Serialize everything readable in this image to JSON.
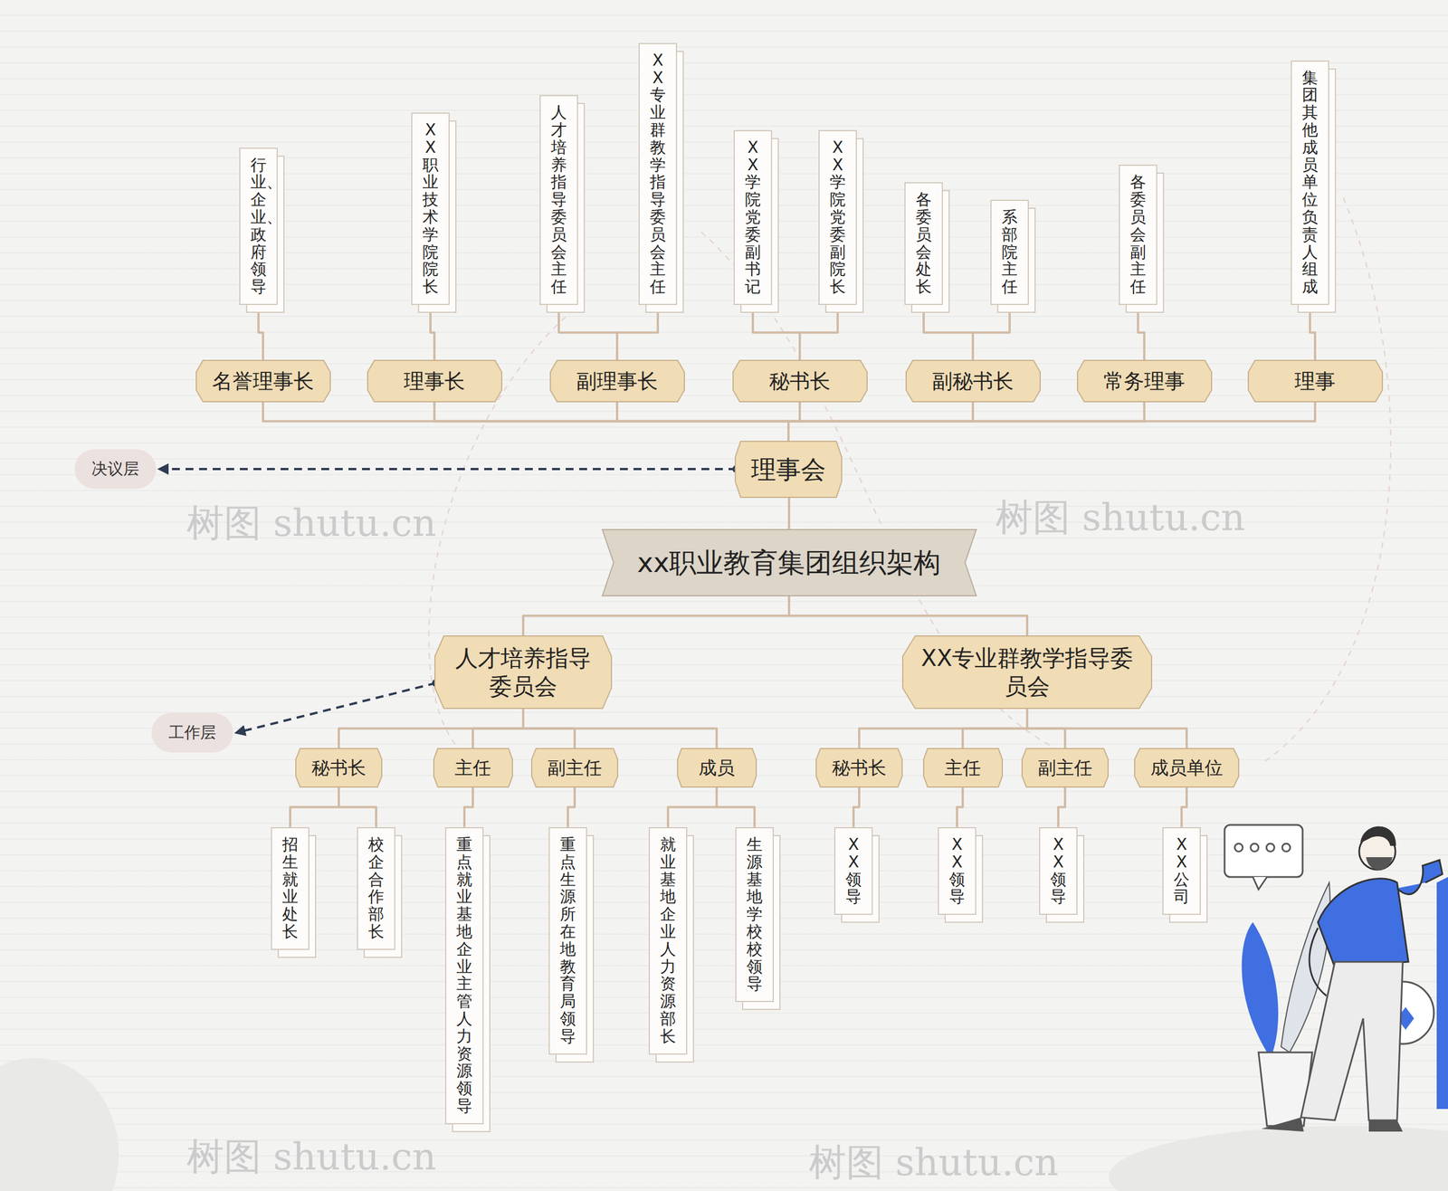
{
  "diagram": {
    "nodes": [
      {
        "text": [
          "行业、企业、政府领导"
        ]
      },
      {
        "text": [
          "XX职业技术学院院长"
        ]
      },
      {
        "text": [
          "人才培养指导委员会主任"
        ]
      },
      {
        "text": [
          "XX专业群教学指导委员会主任"
        ]
      },
      {
        "text": [
          "XX学院党委副书记"
        ]
      },
      {
        "text": [
          "XX学院党委副院长"
        ]
      },
      {
        "text": [
          "各委员会处长"
        ]
      },
      {
        "text": [
          "系部院主任"
        ]
      },
      {
        "text": [
          "各委员会副主任"
        ]
      },
      {
        "text": [
          "集团其他成员单位负责人组成"
        ]
      },
      {
        "text": [
          "名誉理事长"
        ]
      },
      {
        "text": [
          "理事长"
        ]
      },
      {
        "text": [
          "副理事长"
        ]
      },
      {
        "text": [
          "秘书长"
        ]
      },
      {
        "text": [
          "副秘书长"
        ]
      },
      {
        "text": [
          "常务理事"
        ]
      },
      {
        "text": [
          "理事"
        ]
      },
      {
        "text": [
          "决议层"
        ]
      },
      {
        "text": [
          "理事会"
        ]
      },
      {
        "text": [
          "xx职业教育集团组织架构"
        ]
      },
      {
        "text": [
          "人才培养指导委员会"
        ]
      },
      {
        "text": [
          "XX专业群教学指导委员会"
        ]
      },
      {
        "text": [
          "工作层"
        ]
      },
      {
        "text": [
          "秘书长"
        ]
      },
      {
        "text": [
          "主任"
        ]
      },
      {
        "text": [
          "副主任"
        ]
      },
      {
        "text": [
          "成员"
        ]
      },
      {
        "text": [
          "秘书长"
        ]
      },
      {
        "text": [
          "主任"
        ]
      },
      {
        "text": [
          "副主任"
        ]
      },
      {
        "text": [
          "成员单位"
        ]
      },
      {
        "text": [
          "招生就业处长"
        ]
      },
      {
        "text": [
          "校企合作部长"
        ]
      },
      {
        "text": [
          "重点就业基地企业主管人力资源领导"
        ]
      },
      {
        "text": [
          "重点生源所在地教育局领导"
        ]
      },
      {
        "text": [
          "就业基地企业人力资源部长"
        ]
      },
      {
        "text": [
          "生源基地学校校领导"
        ]
      },
      {
        "text": [
          "XX领导"
        ]
      },
      {
        "text": [
          "XX领导"
        ]
      },
      {
        "text": [
          "XX领导"
        ]
      },
      {
        "text": [
          "XX公司"
        ]
      }
    ],
    "edges": [
      {
        "from": 10,
        "to": 0,
        "arrow": "none"
      },
      {
        "from": 11,
        "to": 1,
        "arrow": "none"
      },
      {
        "from": 12,
        "to": 2,
        "arrow": "none"
      },
      {
        "from": 12,
        "to": 3,
        "arrow": "none"
      },
      {
        "from": 13,
        "to": 4,
        "arrow": "none"
      },
      {
        "from": 13,
        "to": 5,
        "arrow": "none"
      },
      {
        "from": 14,
        "to": 6,
        "arrow": "none"
      },
      {
        "from": 14,
        "to": 7,
        "arrow": "none"
      },
      {
        "from": 15,
        "to": 8,
        "arrow": "none"
      },
      {
        "from": 16,
        "to": 9,
        "arrow": "none"
      },
      {
        "from": 18,
        "to": 10,
        "arrow": "none"
      },
      {
        "from": 18,
        "to": 11,
        "arrow": "none"
      },
      {
        "from": 18,
        "to": 12,
        "arrow": "none"
      },
      {
        "from": 18,
        "to": 13,
        "arrow": "none"
      },
      {
        "from": 18,
        "to": 14,
        "arrow": "none"
      },
      {
        "from": 18,
        "to": 15,
        "arrow": "none"
      },
      {
        "from": 18,
        "to": 16,
        "arrow": "none"
      },
      {
        "from": 19,
        "to": 18,
        "arrow": "none"
      },
      {
        "from": 18,
        "to": 17,
        "arrow": "to"
      },
      {
        "from": 19,
        "to": 20,
        "arrow": "none"
      },
      {
        "from": 19,
        "to": 21,
        "arrow": "none"
      },
      {
        "from": 20,
        "to": 22,
        "arrow": "to"
      },
      {
        "from": 20,
        "to": 23,
        "arrow": "none"
      },
      {
        "from": 20,
        "to": 24,
        "arrow": "none"
      },
      {
        "from": 20,
        "to": 25,
        "arrow": "none"
      },
      {
        "from": 20,
        "to": 26,
        "arrow": "none"
      },
      {
        "from": 21,
        "to": 27,
        "arrow": "none"
      },
      {
        "from": 21,
        "to": 28,
        "arrow": "none"
      },
      {
        "from": 21,
        "to": 29,
        "arrow": "none"
      },
      {
        "from": 21,
        "to": 30,
        "arrow": "none"
      },
      {
        "from": 23,
        "to": 31,
        "arrow": "none"
      },
      {
        "from": 23,
        "to": 32,
        "arrow": "none"
      },
      {
        "from": 24,
        "to": 33,
        "arrow": "none"
      },
      {
        "from": 25,
        "to": 34,
        "arrow": "none"
      },
      {
        "from": 26,
        "to": 35,
        "arrow": "none"
      },
      {
        "from": 26,
        "to": 36,
        "arrow": "none"
      },
      {
        "from": 27,
        "to": 37,
        "arrow": "none"
      },
      {
        "from": 28,
        "to": 38,
        "arrow": "none"
      },
      {
        "from": 29,
        "to": 39,
        "arrow": "none"
      },
      {
        "from": 30,
        "to": 40,
        "arrow": "none"
      }
    ],
    "labels": [
      "树图 shutu.cn",
      "树图 shutu.cn",
      "树图 shutu.cn",
      "树图 shutu.cn"
    ]
  }
}
